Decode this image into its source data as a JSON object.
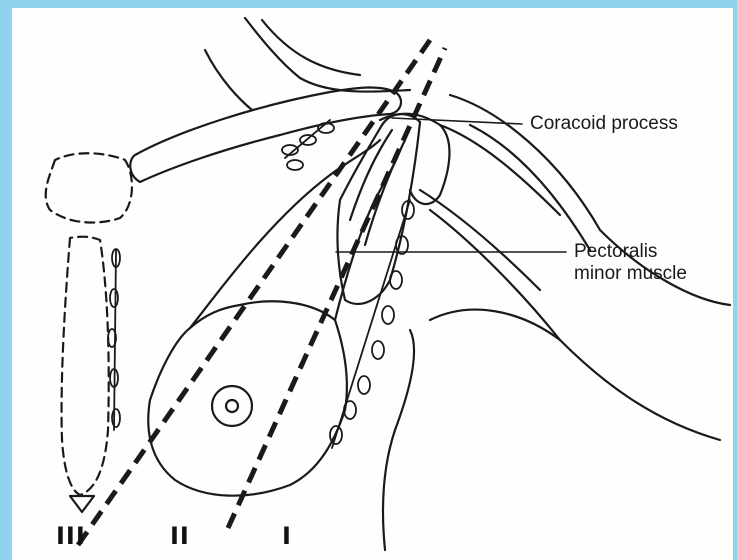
{
  "labels": {
    "coracoid": "Coracoid process",
    "pectoralis_line1": "Pectoralis",
    "pectoralis_line2": "minor muscle"
  },
  "levels": {
    "level_3": "III",
    "level_2": "II",
    "level_1": "I"
  },
  "colors": {
    "frame": "#8fd3ec",
    "ink": "#1a1a1a"
  }
}
